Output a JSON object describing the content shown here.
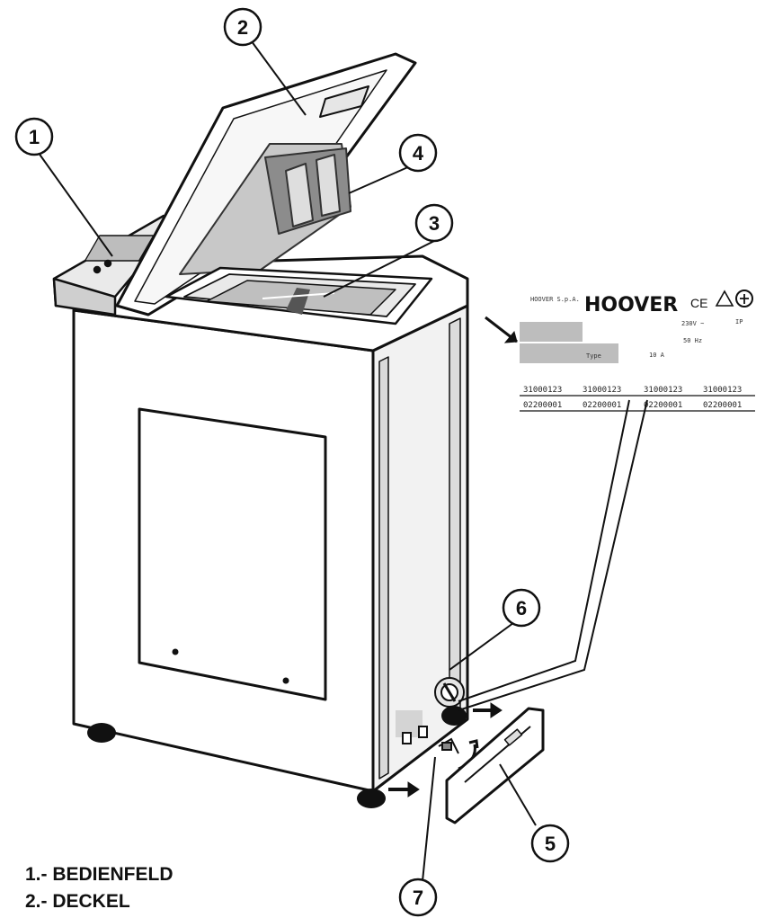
{
  "callouts": [
    "1",
    "2",
    "3",
    "4",
    "5",
    "6",
    "7"
  ],
  "legend": [
    "1.- BEDIENFELD",
    "2.- DECKEL"
  ],
  "rating_plate": {
    "brand": "HOOVER",
    "marks": "CE",
    "voltage": "230V ~",
    "frequency": "50 Hz",
    "current": "10 A",
    "type_label": "Type",
    "codes_row1": [
      "31000123",
      "31000123",
      "31000123",
      "31000123"
    ],
    "codes_row2": [
      "02200001",
      "02200001",
      "02200001",
      "02200001"
    ]
  }
}
